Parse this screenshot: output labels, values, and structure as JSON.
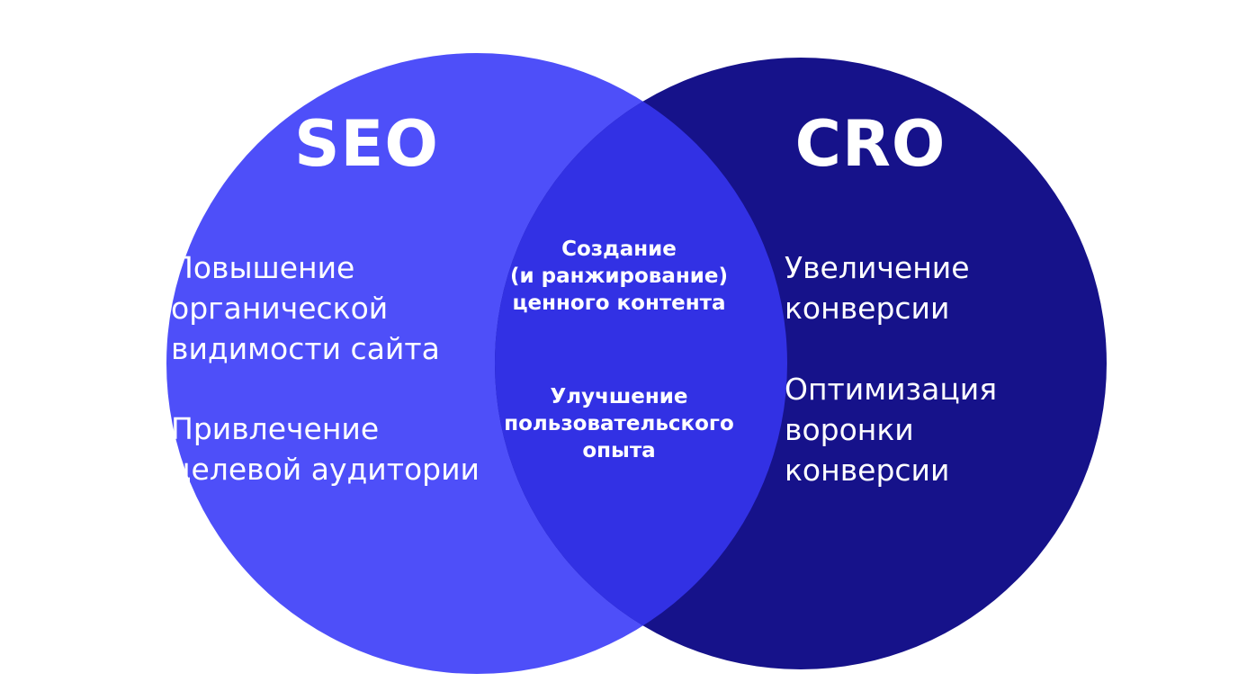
{
  "colors": {
    "left_circle": "#4e4ff9",
    "right_circle": "#16128a",
    "overlap": "#3231e4",
    "text": "#ffffff",
    "background": "#ffffff"
  },
  "left": {
    "title": "SEO",
    "items": [
      {
        "lines": [
          "Повышение",
          "органической",
          "видимости сайта"
        ]
      },
      {
        "lines": [
          "Привлечение",
          "целевой аудитории"
        ]
      }
    ]
  },
  "right": {
    "title": "CRO",
    "items": [
      {
        "lines": [
          "Увеличение",
          "конверсии"
        ]
      },
      {
        "lines": [
          "Оптимизация",
          "воронки",
          "конверсии"
        ]
      }
    ]
  },
  "overlap": {
    "items": [
      {
        "lines": [
          "Создание",
          "(и ранжирование)",
          "ценного контента"
        ]
      },
      {
        "lines": [
          "Улучшение",
          "пользовательского",
          "опыта"
        ]
      }
    ]
  }
}
